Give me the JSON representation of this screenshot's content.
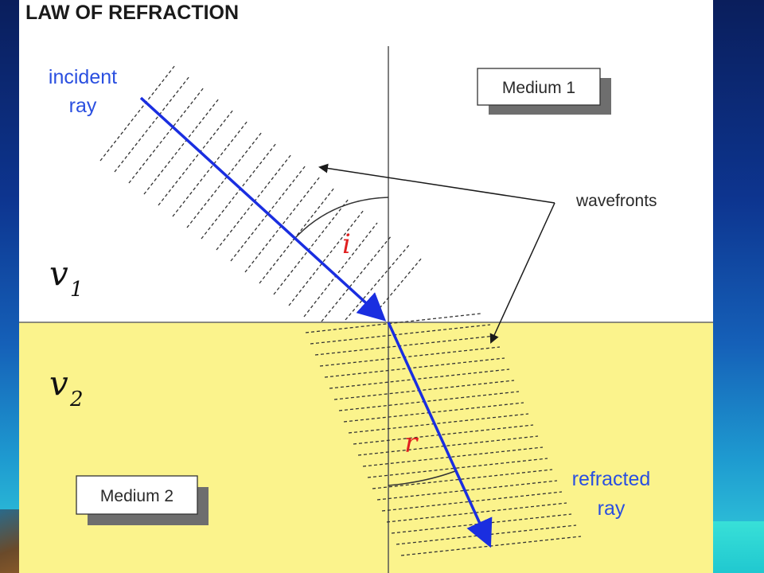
{
  "title": "LAW OF REFRACTION",
  "labels": {
    "incident_line1": "incident",
    "incident_line2": "ray",
    "medium1": "Medium 1",
    "medium2": "Medium 2",
    "wavefronts": "wavefronts",
    "v1_main": "v",
    "v1_sub": "1",
    "v2_main": "v",
    "v2_sub": "2",
    "angle_incidence": "i",
    "angle_refraction": "r",
    "refracted_line1": "refracted",
    "refracted_line2": "ray"
  },
  "colors": {
    "ray": "#1a2ee0",
    "medium2_fill": "#fbf38c",
    "medium1_fill": "#ffffff",
    "angle_label": "#e02020",
    "label_blue": "#2a4fe0"
  }
}
